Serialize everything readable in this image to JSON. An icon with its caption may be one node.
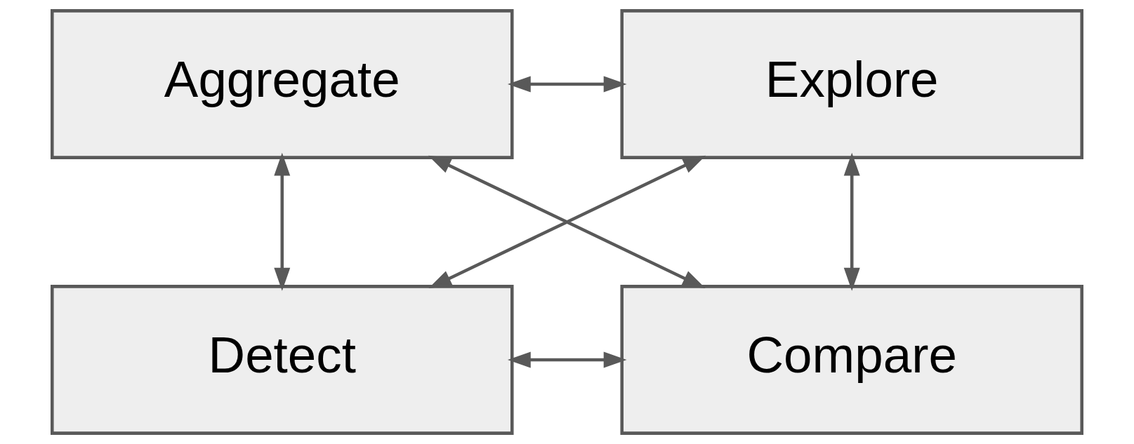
{
  "diagram": {
    "nodes": [
      {
        "text": [
          "Aggregate"
        ]
      },
      {
        "text": [
          "Explore"
        ]
      },
      {
        "text": [
          "Detect"
        ]
      },
      {
        "text": [
          "Compare"
        ]
      }
    ],
    "edges": [
      {
        "from": 0,
        "to": 1,
        "arrow": "both"
      },
      {
        "from": 0,
        "to": 2,
        "arrow": "both"
      },
      {
        "from": 0,
        "to": 3,
        "arrow": "both"
      },
      {
        "from": 1,
        "to": 2,
        "arrow": "both"
      },
      {
        "from": 1,
        "to": 3,
        "arrow": "both"
      },
      {
        "from": 2,
        "to": 3,
        "arrow": "both"
      }
    ]
  }
}
